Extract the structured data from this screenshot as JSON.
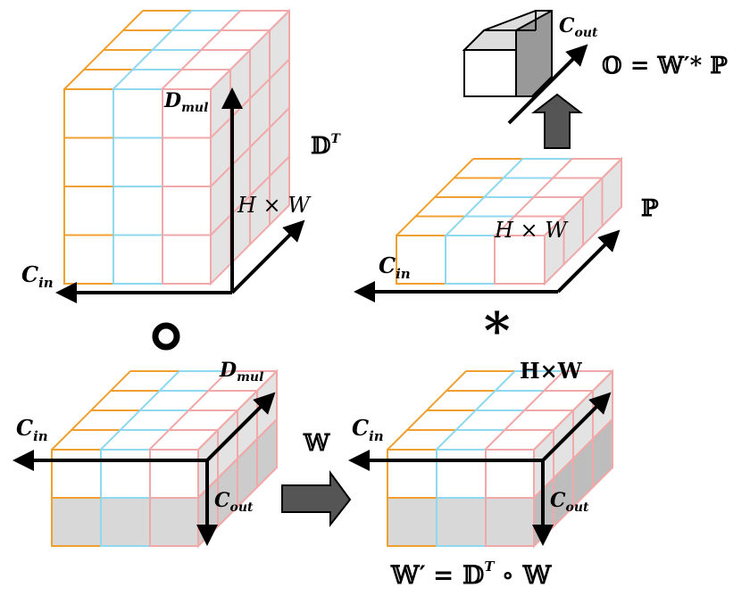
{
  "colors": {
    "orange": "#f0a030",
    "blue": "#8fd8f0",
    "pink": "#f0a8a8",
    "gray_face": "#e3e3e3",
    "gray_fill": "#cccccc",
    "dark_arrow": "#555555",
    "axis": "#000000"
  },
  "labels": {
    "d_transpose": "𝔻",
    "d_transpose_sup": "T",
    "p_symbol": "ℙ",
    "w_symbol": "𝕎",
    "equation_top": "𝕆 = 𝕎′* ℙ",
    "equation_bottom_lhs": "𝕎′",
    "equation_bottom_rhs": "= 𝔻",
    "equation_bottom_sup": "T",
    "equation_bottom_end": "∘ 𝕎",
    "star_op": "*",
    "circle_op": "o",
    "c_in_base": "C",
    "c_in_sub": "in",
    "c_out_base": "C",
    "c_out_sub": "out",
    "d_mul_base": "D",
    "d_mul_sub": "mul",
    "hw_italic": "H × W",
    "hw_bold": "H×W"
  }
}
